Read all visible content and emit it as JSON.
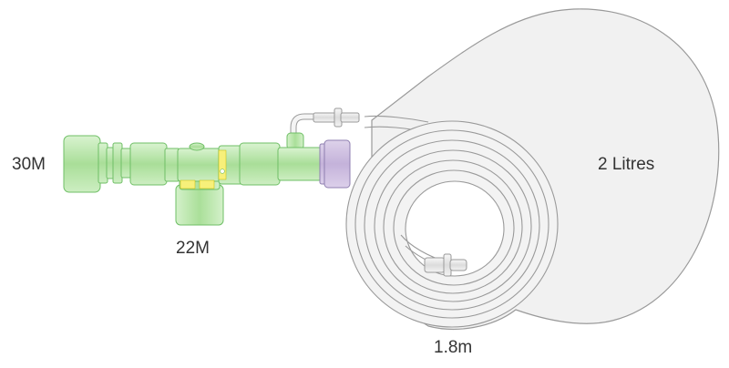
{
  "labels": {
    "connector_30m": "30M",
    "port_22m": "22M",
    "bag_volume": "2 Litres",
    "tube_length": "1.8m"
  },
  "colors": {
    "connector_green": "#bfe8b2",
    "connector_stroke": "#6fbf66",
    "collar_purple": "#c9b9dc",
    "bag_fill": "#f1f1f1",
    "line_stroke": "#9a9a9a",
    "label_text": "#333333"
  }
}
